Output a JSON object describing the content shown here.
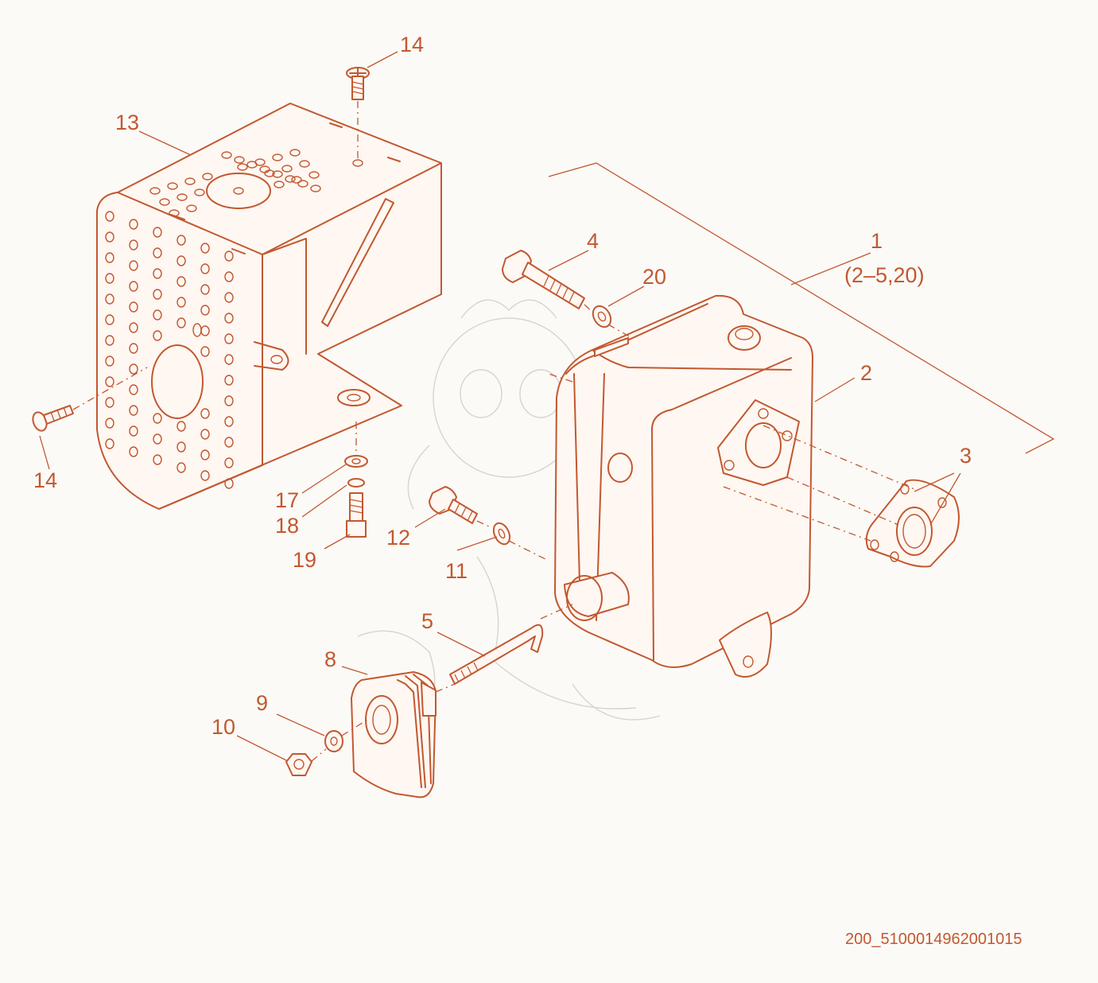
{
  "diagram": {
    "callouts": [
      {
        "id": "1",
        "text": "1"
      },
      {
        "id": "1-sub",
        "text": "(2–5,20)"
      },
      {
        "id": "2",
        "text": "2"
      },
      {
        "id": "3",
        "text": "3"
      },
      {
        "id": "4",
        "text": "4"
      },
      {
        "id": "5",
        "text": "5"
      },
      {
        "id": "8",
        "text": "8"
      },
      {
        "id": "9",
        "text": "9"
      },
      {
        "id": "10",
        "text": "10"
      },
      {
        "id": "11",
        "text": "11"
      },
      {
        "id": "12",
        "text": "12"
      },
      {
        "id": "13",
        "text": "13"
      },
      {
        "id": "14a",
        "text": "14"
      },
      {
        "id": "14b",
        "text": "14"
      },
      {
        "id": "17",
        "text": "17"
      },
      {
        "id": "18",
        "text": "18"
      },
      {
        "id": "19",
        "text": "19"
      },
      {
        "id": "20",
        "text": "20"
      }
    ],
    "drawing_code": "200_5100014962001015",
    "line_color": "#c2582f",
    "background_color": "#fbfaf7"
  }
}
